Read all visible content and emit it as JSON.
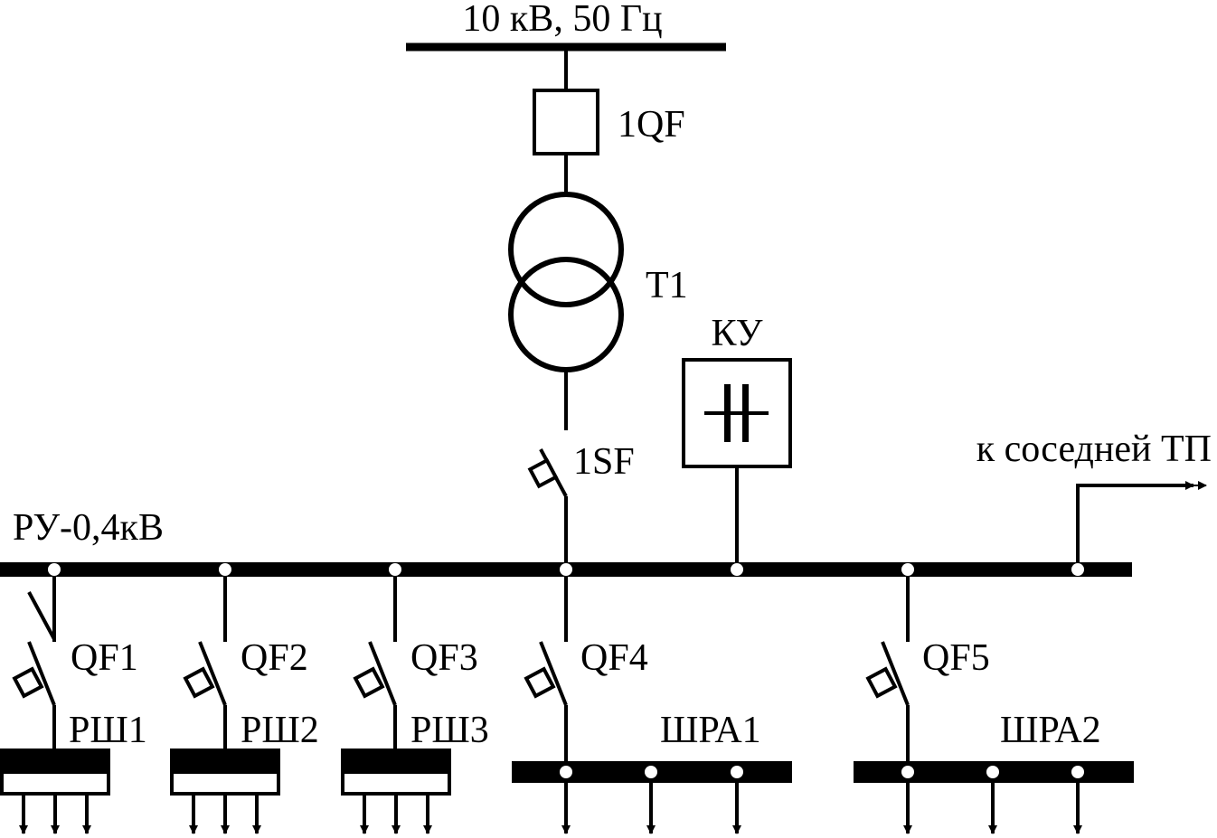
{
  "supply": {
    "label": "10 кВ, 50 Гц"
  },
  "breaker_hv": {
    "label": "1QF"
  },
  "transformer": {
    "label": "T1"
  },
  "compensator": {
    "label": "КУ"
  },
  "breaker_lv": {
    "label": "1SF"
  },
  "neighbor": {
    "label": "к соседней ТП"
  },
  "busbar": {
    "label": "РУ-0,4кВ"
  },
  "feeders": [
    {
      "breaker": "QF1",
      "load": "РШ1",
      "load_type": "cabinet"
    },
    {
      "breaker": "QF2",
      "load": "РШ2",
      "load_type": "cabinet"
    },
    {
      "breaker": "QF3",
      "load": "РШ3",
      "load_type": "cabinet"
    },
    {
      "breaker": "QF4",
      "load": "ШРА1",
      "load_type": "busway"
    },
    {
      "breaker": "QF5",
      "load": "ШРА2",
      "load_type": "busway"
    }
  ],
  "colors": {
    "line": "#000000",
    "background": "#ffffff"
  }
}
